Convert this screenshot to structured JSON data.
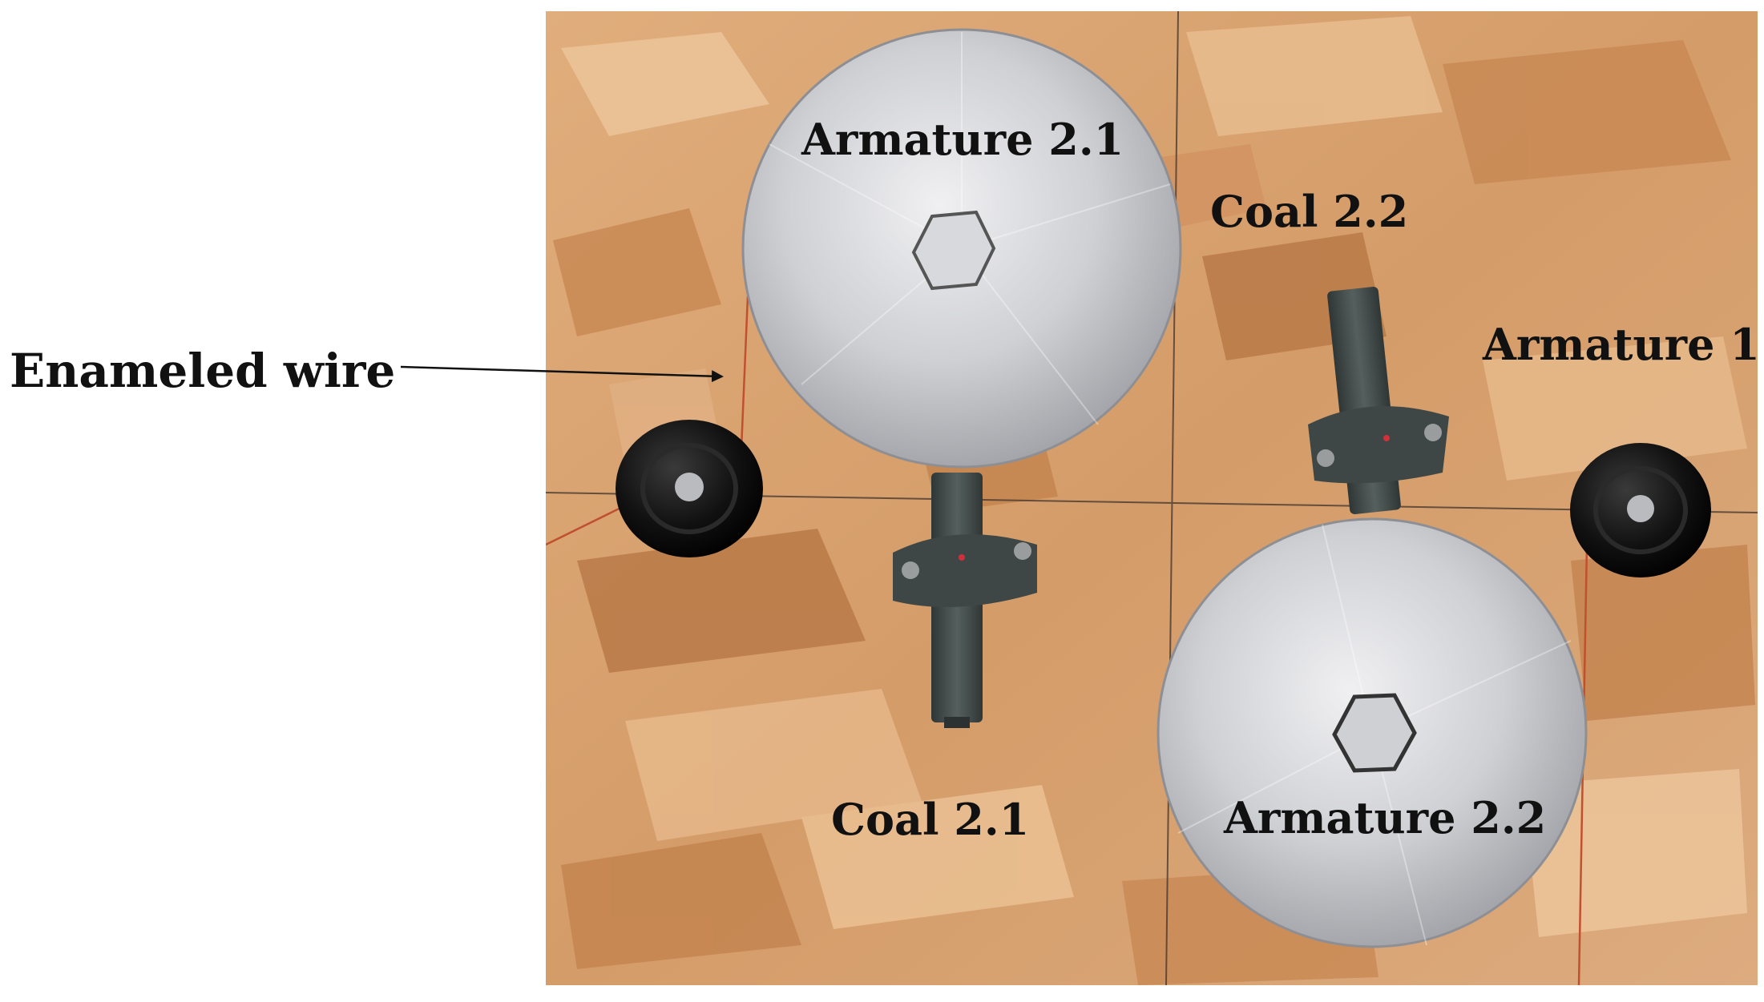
{
  "labels": {
    "enameled_wire": "Enameled wire",
    "armature_2_1": "Armature 2.1",
    "coal_2_2": "Coal 2.2",
    "armature_1": "Armature 1",
    "coal_2_1": "Coal 2.1",
    "armature_2_2": "Armature 2.2"
  },
  "colors": {
    "background": "#ffffff",
    "wood_base": "#d9a371",
    "wood_light": "#ecc49a",
    "wood_dark": "#b97a48",
    "disc_light": "#e3e3e6",
    "disc_dark": "#9c9ea3",
    "brush_holder": "#3e4746",
    "roller_black": "#0c0c0c",
    "wire_copper": "#c0502e",
    "pencil_line": "#4a3a30",
    "label_text": "#111111"
  }
}
